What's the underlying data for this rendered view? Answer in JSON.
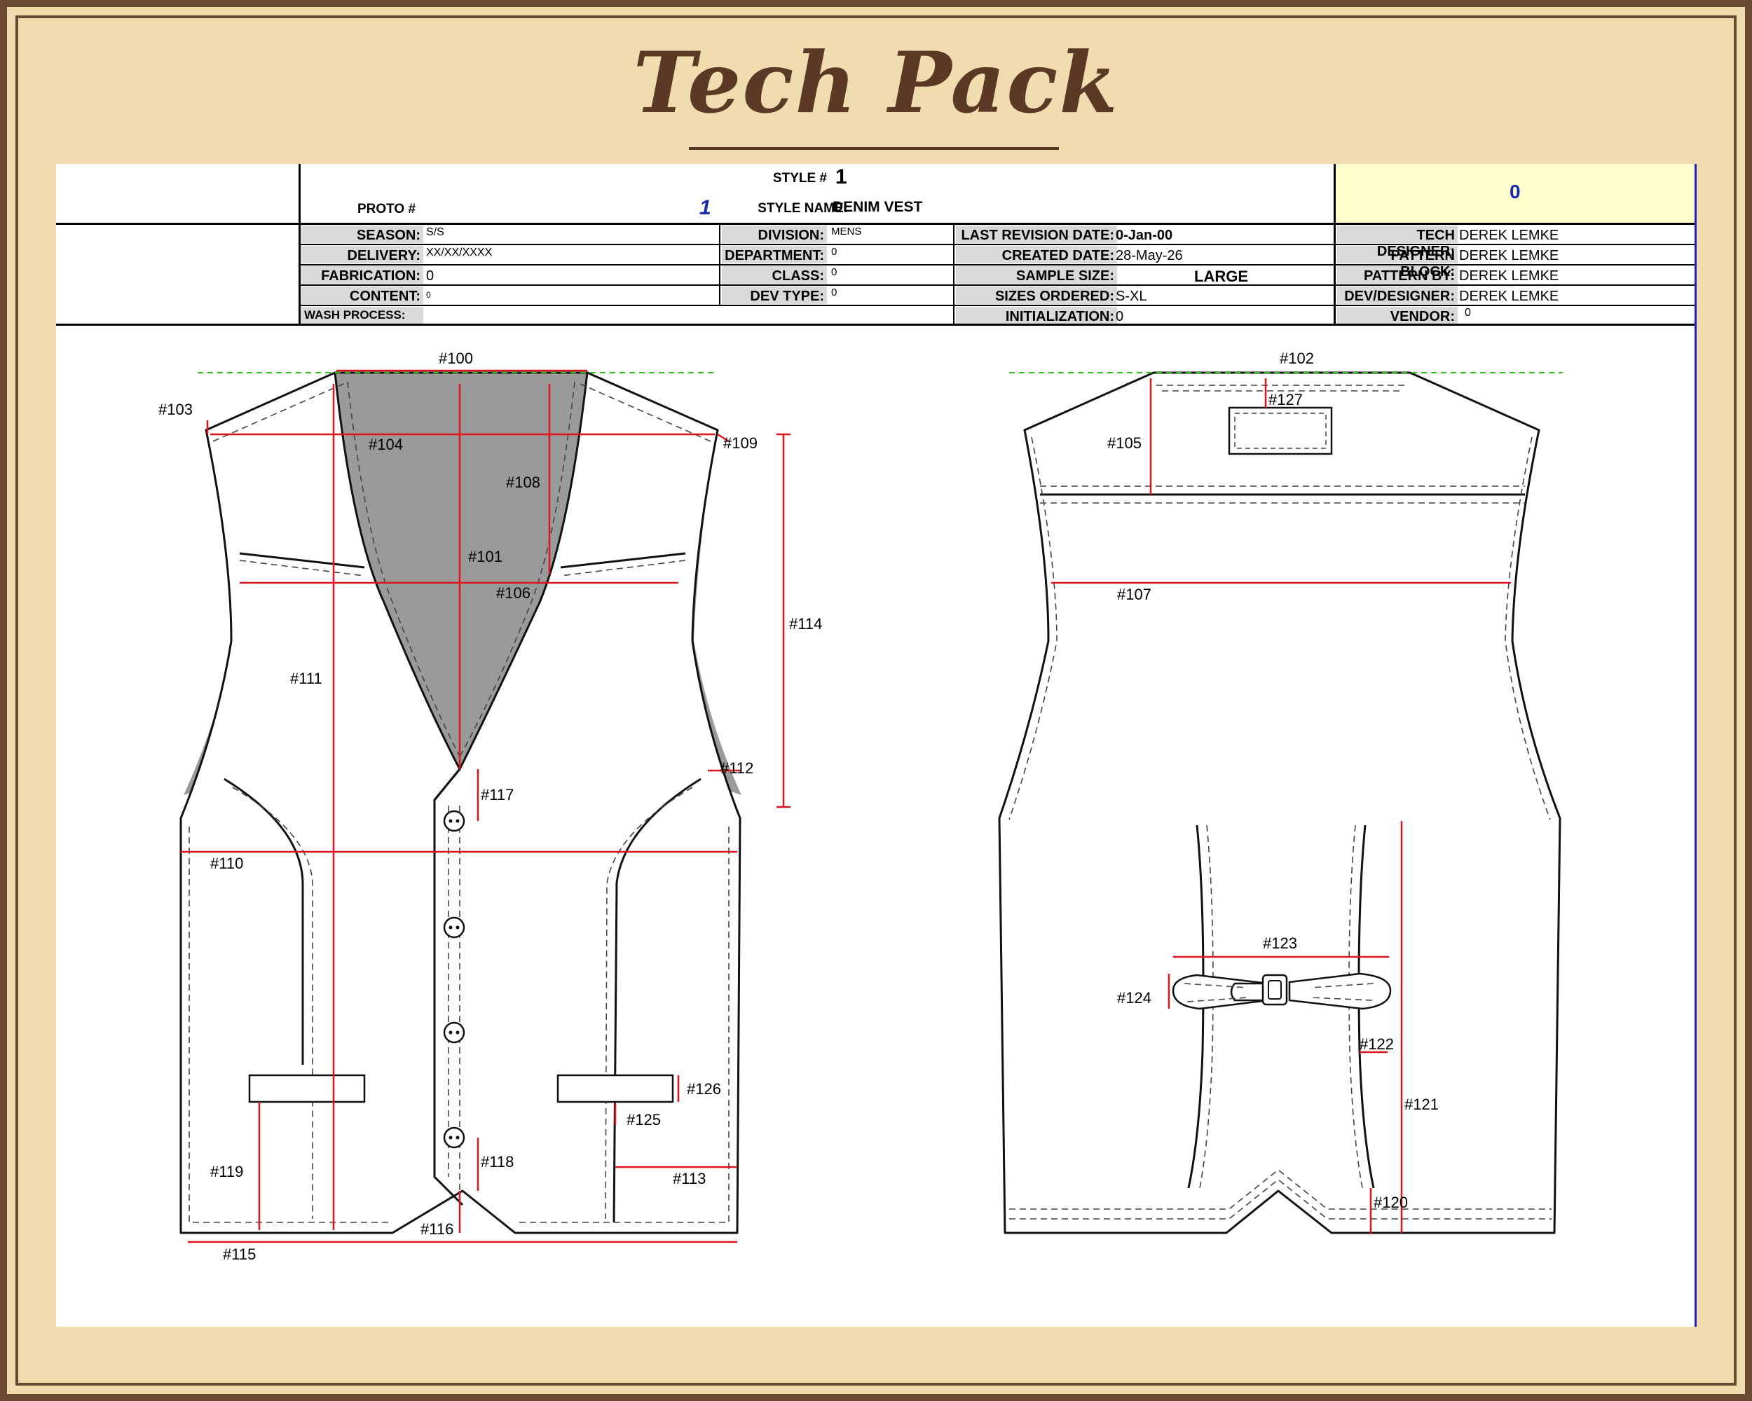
{
  "page_title": "Tech Pack",
  "header": {
    "style_no_label": "STYLE #",
    "style_no": "1",
    "proto_label": "PROTO #",
    "proto_value": "1",
    "style_name_label": "STYLE NAME:",
    "style_name": "DENIM VEST",
    "box_value": "0"
  },
  "info": {
    "season_label": "SEASON:",
    "season": "S/S",
    "delivery_label": "DELIVERY:",
    "delivery": "XX/XX/XXXX",
    "fabrication_label": "FABRICATION:",
    "fabrication": "0",
    "content_label": "CONTENT:",
    "content": "0",
    "wash_label": "WASH PROCESS:",
    "division_label": "DIVISION:",
    "division": "MENS",
    "department_label": "DEPARTMENT:",
    "department": "0",
    "class_label": "CLASS:",
    "class": "0",
    "devtype_label": "DEV TYPE:",
    "devtype": "0",
    "lastrev_label": "LAST REVISION DATE:",
    "lastrev": "0-Jan-00",
    "created_label": "CREATED DATE:",
    "created": "28-May-26",
    "samplesize_label": "SAMPLE SIZE:",
    "samplesize": "LARGE",
    "sizes_label": "SIZES ORDERED:",
    "sizes": "S-XL",
    "init_label": "INITIALIZATION:",
    "init": "0",
    "techdesigner_label": "TECH DESIGNER:",
    "techdesigner": "DEREK LEMKE",
    "patternblock_label": "PATTERN BLOCK:",
    "patternblock": "DEREK LEMKE",
    "patternby_label": "PATTERN BY:",
    "patternby": "DEREK LEMKE",
    "devdesigner_label": "DEV/DESIGNER:",
    "devdesigner": "DEREK LEMKE",
    "vendor_label": "VENDOR:",
    "vendor": "0"
  },
  "colors": {
    "frame": "#6b4a33",
    "background": "#f1dcb0",
    "measure": "#e0141e",
    "guide": "#33bb22",
    "lining": "#9a9a9a",
    "box": "#ffffcc",
    "proto": "#1a2ab0"
  },
  "front_points": [
    "#100",
    "#101",
    "#103",
    "#104",
    "#106",
    "#108",
    "#109",
    "#110",
    "#111",
    "#112",
    "#113",
    "#114",
    "#115",
    "#116",
    "#117",
    "#118",
    "#119",
    "#125",
    "#126"
  ],
  "back_points": [
    "#102",
    "#105",
    "#107",
    "#120",
    "#121",
    "#122",
    "#123",
    "#124",
    "#127"
  ]
}
